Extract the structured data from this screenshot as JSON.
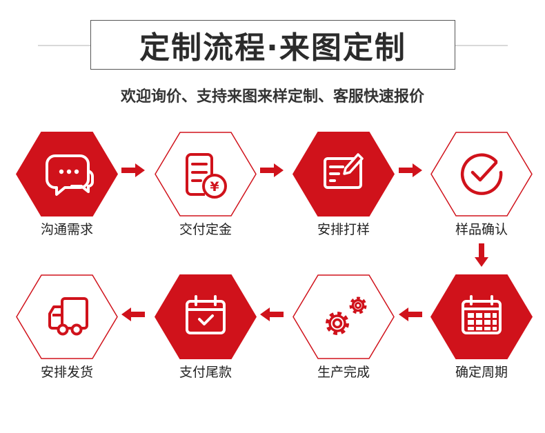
{
  "title": "定制流程·来图定制",
  "subtitle": "欢迎询价、支持来图来样定制、客服快速报价",
  "colors": {
    "accent": "#d0121b",
    "text": "#222222"
  },
  "steps": [
    {
      "label": "沟通需求",
      "icon": "chat-bubbles-icon",
      "style": "filled"
    },
    {
      "label": "交付定金",
      "icon": "invoice-yen-icon",
      "style": "outline"
    },
    {
      "label": "安排打样",
      "icon": "drawing-board-icon",
      "style": "filled"
    },
    {
      "label": "样品确认",
      "icon": "check-circle-icon",
      "style": "outline"
    },
    {
      "label": "确定周期",
      "icon": "calendar-grid-icon",
      "style": "filled"
    },
    {
      "label": "生产完成",
      "icon": "gears-icon",
      "style": "outline"
    },
    {
      "label": "支付尾款",
      "icon": "calendar-check-icon",
      "style": "filled"
    },
    {
      "label": "安排发货",
      "icon": "delivery-truck-icon",
      "style": "outline"
    }
  ]
}
